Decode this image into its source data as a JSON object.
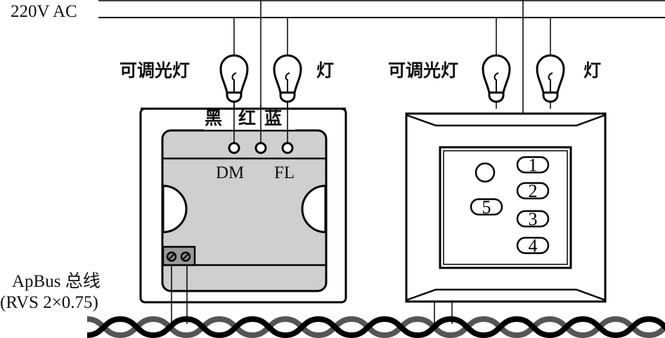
{
  "power": {
    "label": "220V AC"
  },
  "left_group": {
    "lamps": [
      {
        "label": "可调光灯",
        "type": "dimmable-lamp"
      },
      {
        "label": "灯",
        "type": "lamp"
      }
    ],
    "module": {
      "wire_colors": [
        "黑",
        "红",
        "蓝"
      ],
      "terminals": [
        "DM",
        "FL"
      ]
    }
  },
  "right_group": {
    "lamps": [
      {
        "label": "可调光灯",
        "type": "dimmable-lamp"
      },
      {
        "label": "灯",
        "type": "lamp"
      }
    ],
    "panel": {
      "indicator": "circle",
      "buttons": [
        "1",
        "2",
        "3",
        "4",
        "5"
      ]
    }
  },
  "bus": {
    "name": "ApBus 总线",
    "spec": "(RVS 2×0.75)"
  },
  "colors": {
    "line": "#000000",
    "module_fill": "#cfcfcf",
    "terminal_block": "#9a9a9a",
    "cable_dark": "#000000",
    "cable_grey": "#555555"
  }
}
